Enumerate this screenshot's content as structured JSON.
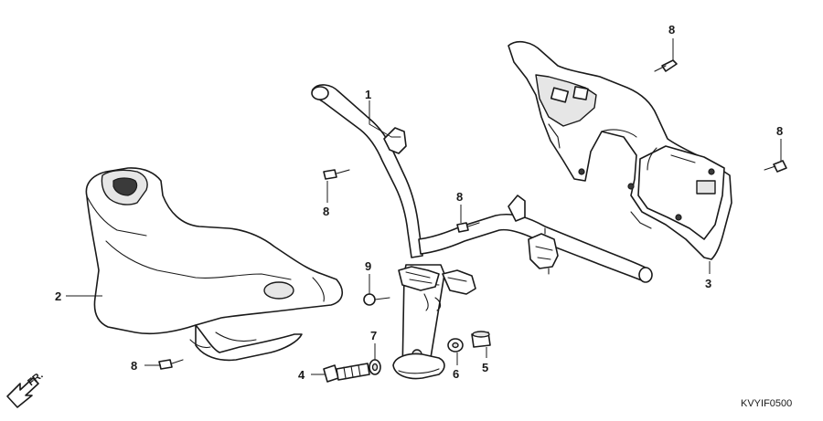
{
  "diagram": {
    "code": "KVYIF0500",
    "front_marker": "FR.",
    "callouts": {
      "c1": "1",
      "c2": "2",
      "c3": "3",
      "c4": "4",
      "c5": "5",
      "c6": "6",
      "c7": "7",
      "c8a": "8",
      "c8b": "8",
      "c8c": "8",
      "c8d": "8",
      "c8e": "8",
      "c9": "9"
    }
  }
}
